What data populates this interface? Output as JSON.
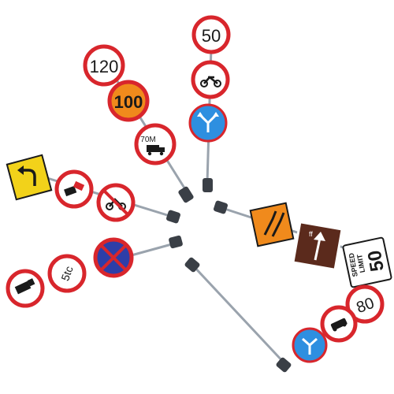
{
  "scene": {
    "description_free": true,
    "colors": {
      "background": "#ffffff",
      "sign_red": "#d8262c",
      "sign_white": "#ffffff",
      "sign_blue": "#2e8fe0",
      "sign_yellow": "#f2d21a",
      "sign_orange": "#f08a1c",
      "sign_brown": "#5b2a1c",
      "pole_grey": "#9aa3ad",
      "clip_dark": "#3a3f46"
    },
    "groups": [
      {
        "name": "sign-pole-left-upper",
        "signs": [
          {
            "kind": "yellow-diamond",
            "icon": "curve-left-arrow-icon"
          },
          {
            "kind": "red-ring",
            "icon": "car-crash-icon"
          },
          {
            "kind": "prohibition",
            "icon": "motorcycle-icon"
          }
        ]
      },
      {
        "name": "sign-pole-top-center",
        "signs": [
          {
            "kind": "red-ring",
            "text": "120"
          },
          {
            "kind": "orange-fill",
            "text": "100"
          },
          {
            "kind": "red-ring",
            "text": "70M",
            "icon": "truck-icon"
          }
        ]
      },
      {
        "name": "sign-pole-top-right",
        "signs": [
          {
            "kind": "red-ring",
            "text": "50"
          },
          {
            "kind": "red-ring",
            "icon": "motorcycle-icon"
          },
          {
            "kind": "blue-disc",
            "icon": "split-arrows-icon"
          }
        ]
      },
      {
        "name": "sign-pole-right",
        "signs": [
          {
            "kind": "orange-diamond",
            "icon": "road-narrows-icon"
          },
          {
            "kind": "brown-square",
            "icon": "direction-arrow-icon"
          },
          {
            "kind": "white-rect",
            "text_lines": [
              "SPEED",
              "LIMIT",
              "50"
            ]
          }
        ]
      },
      {
        "name": "sign-pole-left-lower",
        "signs": [
          {
            "kind": "red-ring",
            "icon": "truck-icon"
          },
          {
            "kind": "red-ring",
            "text": "5tc"
          },
          {
            "kind": "no-stopping",
            "icon": "no-stopping-icon"
          }
        ]
      },
      {
        "name": "sign-pole-bottom-right",
        "signs": [
          {
            "kind": "red-ring",
            "text": "80"
          },
          {
            "kind": "red-ring",
            "icon": "car-icon"
          },
          {
            "kind": "blue-disc",
            "icon": "split-arrows-icon"
          }
        ]
      }
    ]
  },
  "labels": {
    "s120": "120",
    "s100": "100",
    "s70": "70M",
    "s50": "50",
    "s80": "80",
    "s5tc": "5tc",
    "speed": "SPEED",
    "limit": "LIMIT",
    "limit_value": "50"
  }
}
